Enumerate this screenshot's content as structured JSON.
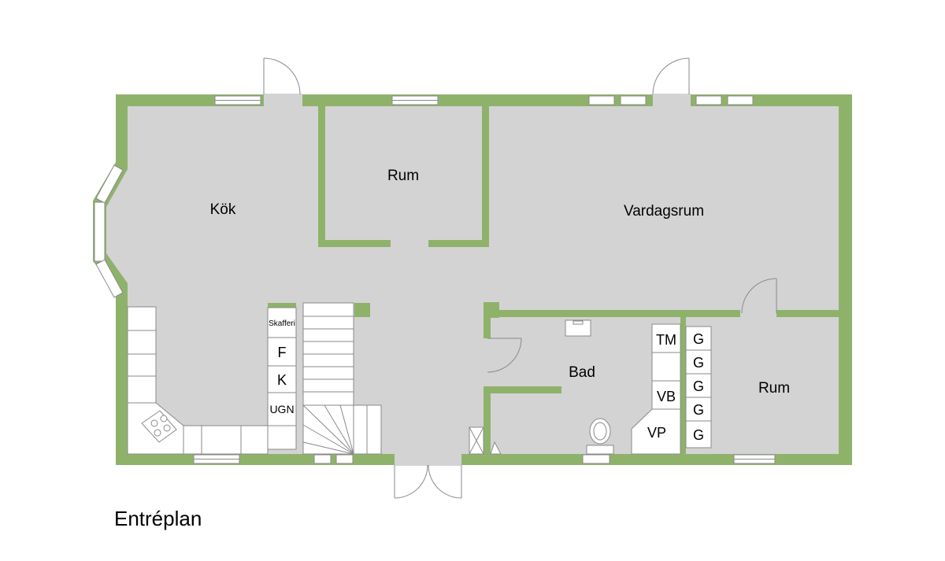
{
  "title": "Entréplan",
  "rooms": {
    "kitchen": "Kök",
    "room_top": "Rum",
    "living_room": "Vardagsrum",
    "bathroom": "Bad",
    "room_right": "Rum"
  },
  "fixtures": {
    "pantry": "Skafferi",
    "fridge": "F",
    "freezer": "K",
    "oven": "UGN",
    "dryer": "TM",
    "water_heater": "VB",
    "heat_pump": "VP",
    "wardrobes": [
      "G",
      "G",
      "G",
      "G",
      "G"
    ]
  },
  "colors": {
    "wall": "#8fb26b",
    "floor": "#d3d3d3",
    "fixture_outline": "#8a8a8a"
  }
}
